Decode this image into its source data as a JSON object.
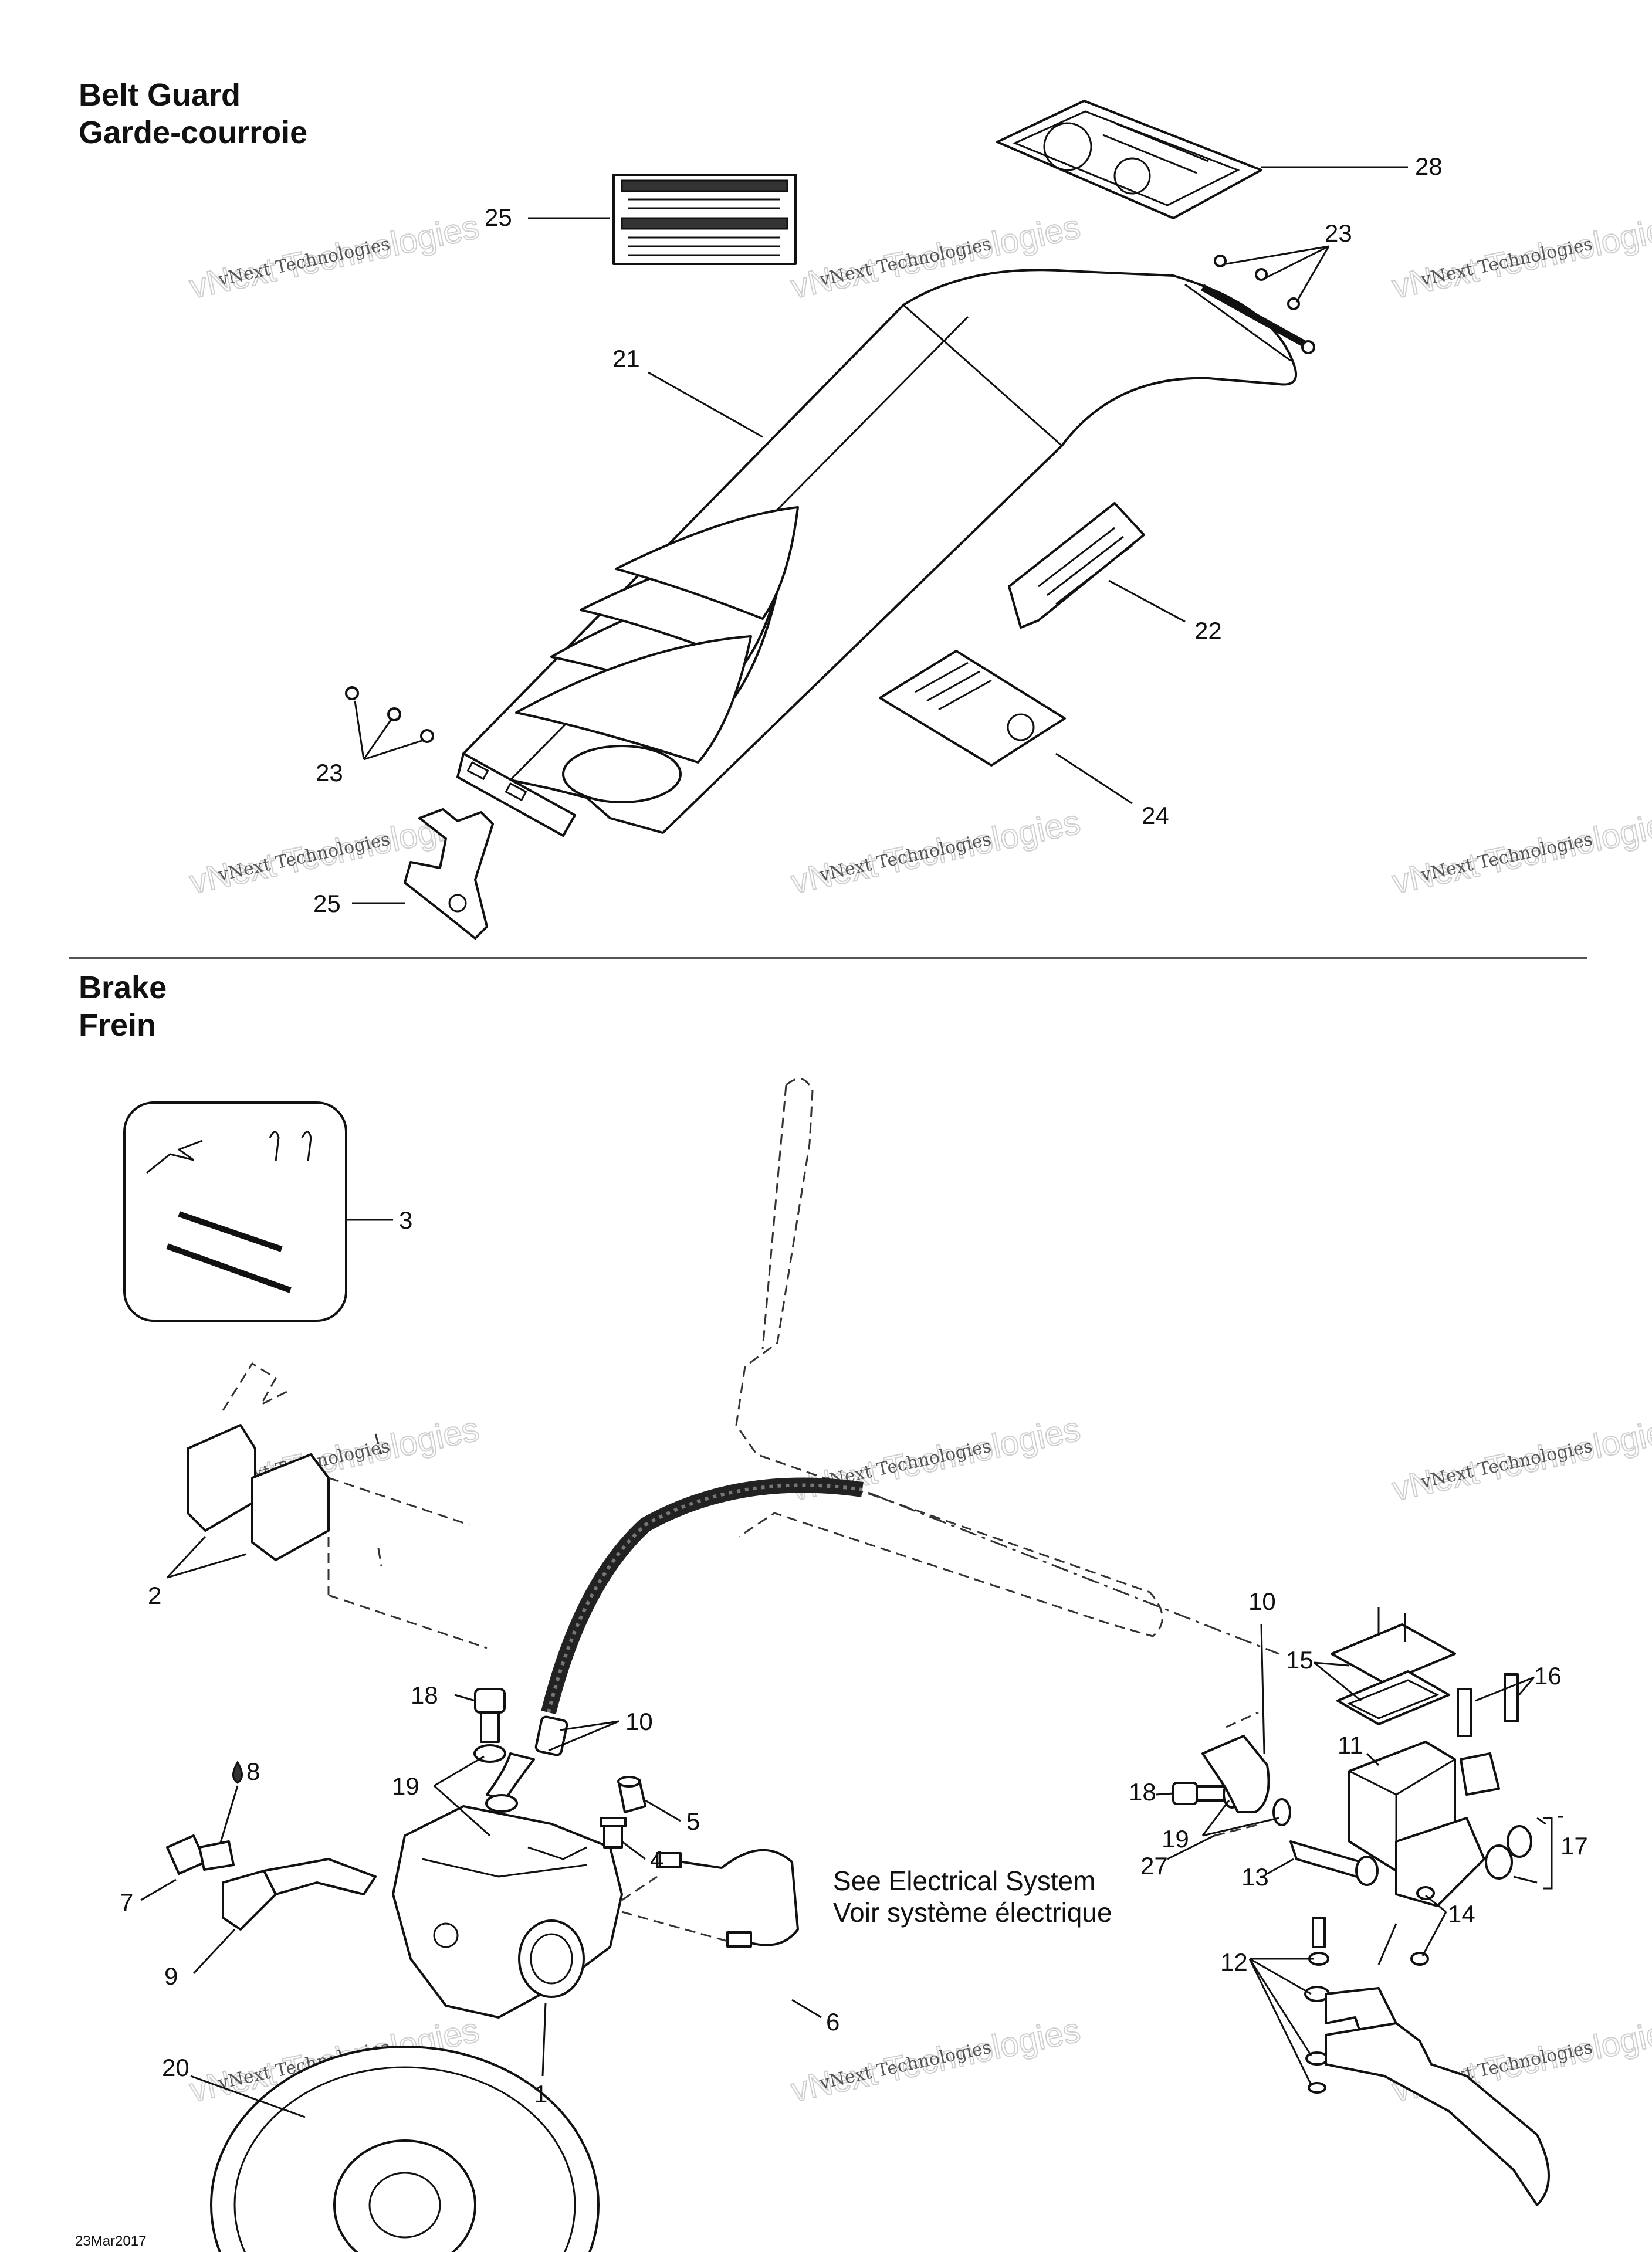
{
  "sections": {
    "belt_guard": {
      "title_en": "Belt Guard",
      "title_fr": "Garde-courroie"
    },
    "brake": {
      "title_en": "Brake",
      "title_fr": "Frein"
    }
  },
  "note": {
    "line1": "See Electrical System",
    "line2": "Voir système électrique"
  },
  "date_code": "23Mar2017",
  "watermark": {
    "line1": "vNext Technologies",
    "line2": "vNext Technologies"
  },
  "callouts": {
    "c1": "1",
    "c2": "2",
    "c3": "3",
    "c4": "4",
    "c5": "5",
    "c6": "6",
    "c7": "7",
    "c8": "8",
    "c9": "9",
    "c10a": "10",
    "c10b": "10",
    "c11": "11",
    "c12": "12",
    "c13": "13",
    "c14": "14",
    "c15": "15",
    "c16": "16",
    "c17": "17",
    "c18a": "18",
    "c18b": "18",
    "c19a": "19",
    "c19b": "19",
    "c20": "20",
    "c21": "21",
    "c22": "22",
    "c23a": "23",
    "c23b": "23",
    "c24": "24",
    "c25a": "25",
    "c25b": "25",
    "c27": "27",
    "c28": "28"
  }
}
